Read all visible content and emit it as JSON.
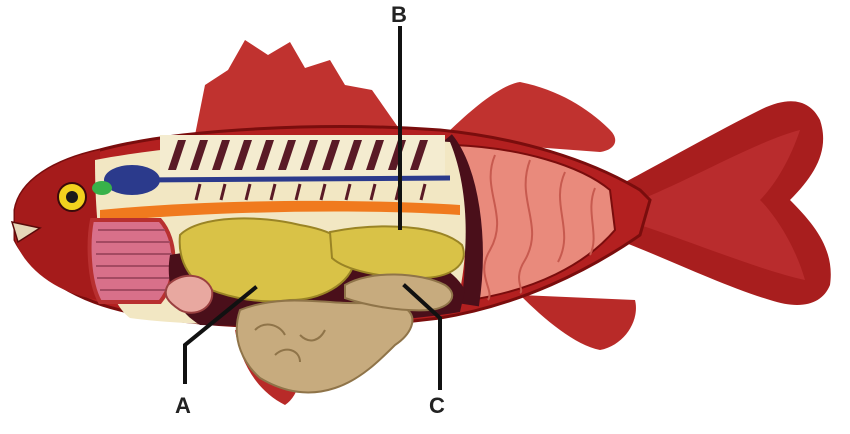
{
  "labels": {
    "a": "A",
    "b": "B",
    "c": "C"
  },
  "colors": {
    "body": "#b32020",
    "body_dark": "#7a0d0d",
    "fin": "#c0322f",
    "muscle": "#e98a7c",
    "liver": "#d9c247",
    "kidney": "#f07a1e",
    "gills": "#d8708a",
    "brain": "#2b3a8c",
    "cavity": "#4a0f1a",
    "intestine": "#c7ab7e",
    "vertebra": "#f4ecd0",
    "leader": "#111111"
  }
}
